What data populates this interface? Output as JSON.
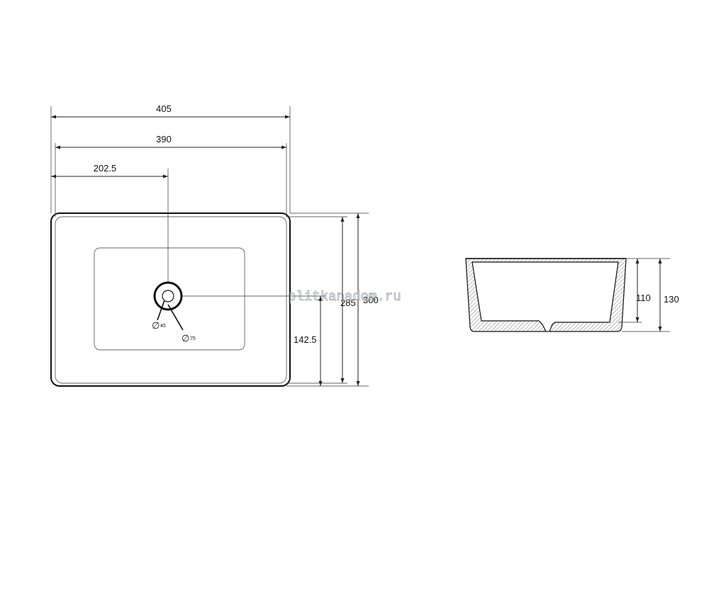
{
  "top_view": {
    "width_outer": "405",
    "width_inner": "390",
    "drain_offset_x": "202.5",
    "height_outer": "300",
    "height_inner": "285",
    "drain_offset_y": "142.5",
    "drain_inner_diameter": "45",
    "drain_outer_diameter": "75",
    "diameter_symbol": "∅"
  },
  "side_view": {
    "height_outer": "130",
    "height_inner": "110"
  },
  "watermark": "plitkanadom.ru"
}
